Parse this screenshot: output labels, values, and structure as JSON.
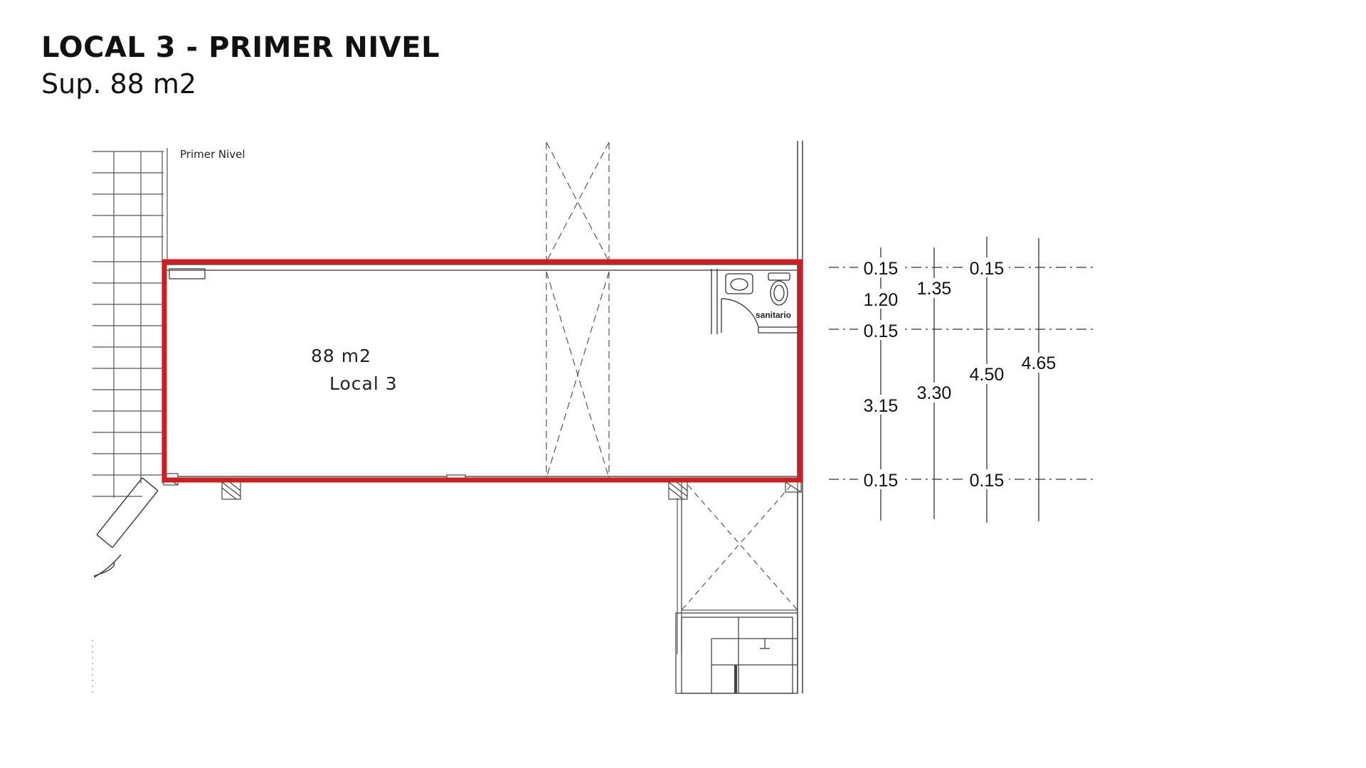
{
  "header": {
    "title": "LOCAL 3 - PRIMER NIVEL",
    "subtitle": "Sup. 88 m2"
  },
  "plan": {
    "level_label": "Primer Nivel",
    "room_area": "88 m2",
    "room_name": "Local 3",
    "bathroom_label": "sanitario"
  },
  "dimensions": {
    "col1": [
      "0.15",
      "1.20",
      "0.15",
      "3.15",
      "0.15"
    ],
    "col2": [
      "1.35",
      "3.30"
    ],
    "col3": [
      "0.15",
      "4.50",
      "0.15"
    ],
    "col4": [
      "4.65"
    ]
  },
  "colors": {
    "outline": "#cc1f24",
    "lines": "#333333"
  }
}
